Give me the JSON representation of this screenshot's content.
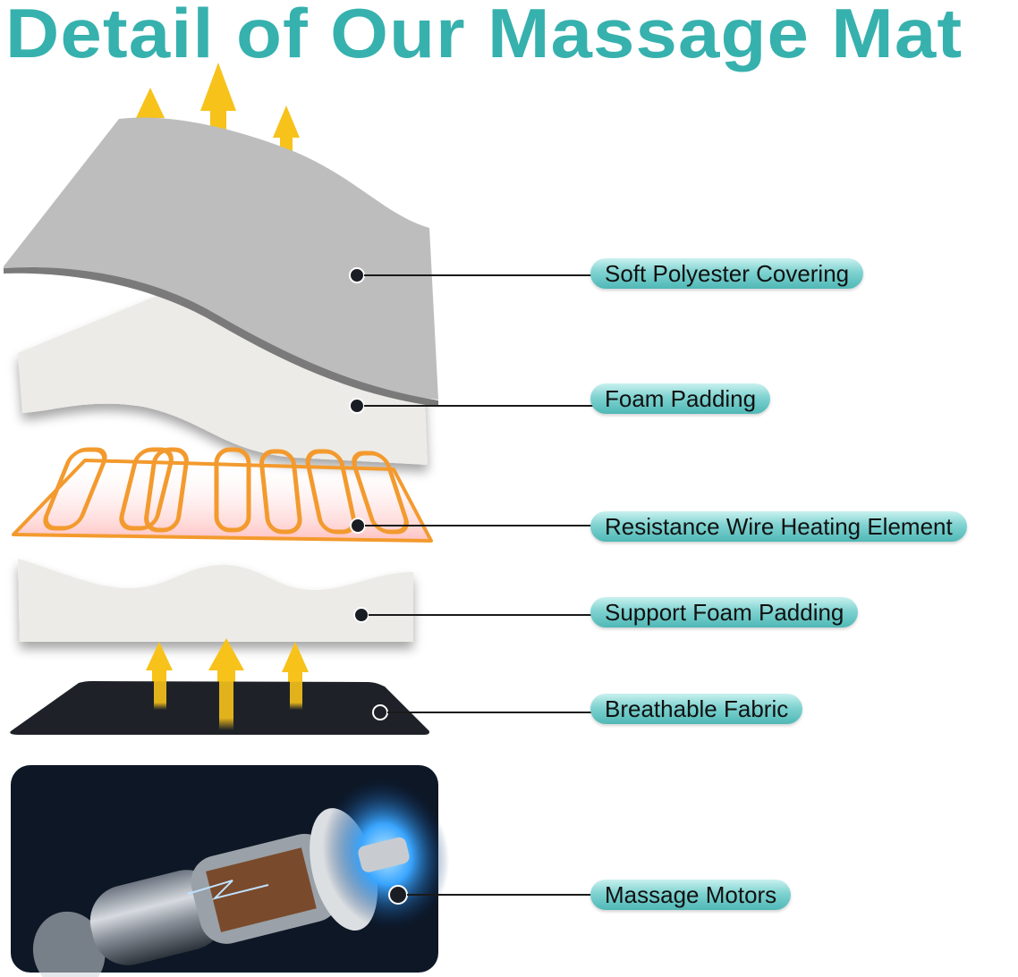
{
  "title": "Detail of Our Massage Mat",
  "colors": {
    "title": "#36b1ae",
    "pill_gradient_top": "#c9f1ef",
    "pill_gradient_bottom": "#4fb8b6",
    "arrow": "#f5c518",
    "cover": "#bdbdbd",
    "foam": "#ecebe7",
    "wire": "#f39a2e",
    "fabric": "#1e2228",
    "motor_bg": "#0d1726"
  },
  "layers": [
    {
      "label": "Soft Polyester Covering",
      "icon": "cover-layer"
    },
    {
      "label": "Foam Padding",
      "icon": "foam-layer"
    },
    {
      "label": "Resistance Wire Heating Element",
      "icon": "heating-wire"
    },
    {
      "label": "Support Foam Padding",
      "icon": "support-foam-layer"
    },
    {
      "label": "Breathable Fabric",
      "icon": "fabric-layer"
    },
    {
      "label": "Massage Motors",
      "icon": "motor"
    }
  ]
}
